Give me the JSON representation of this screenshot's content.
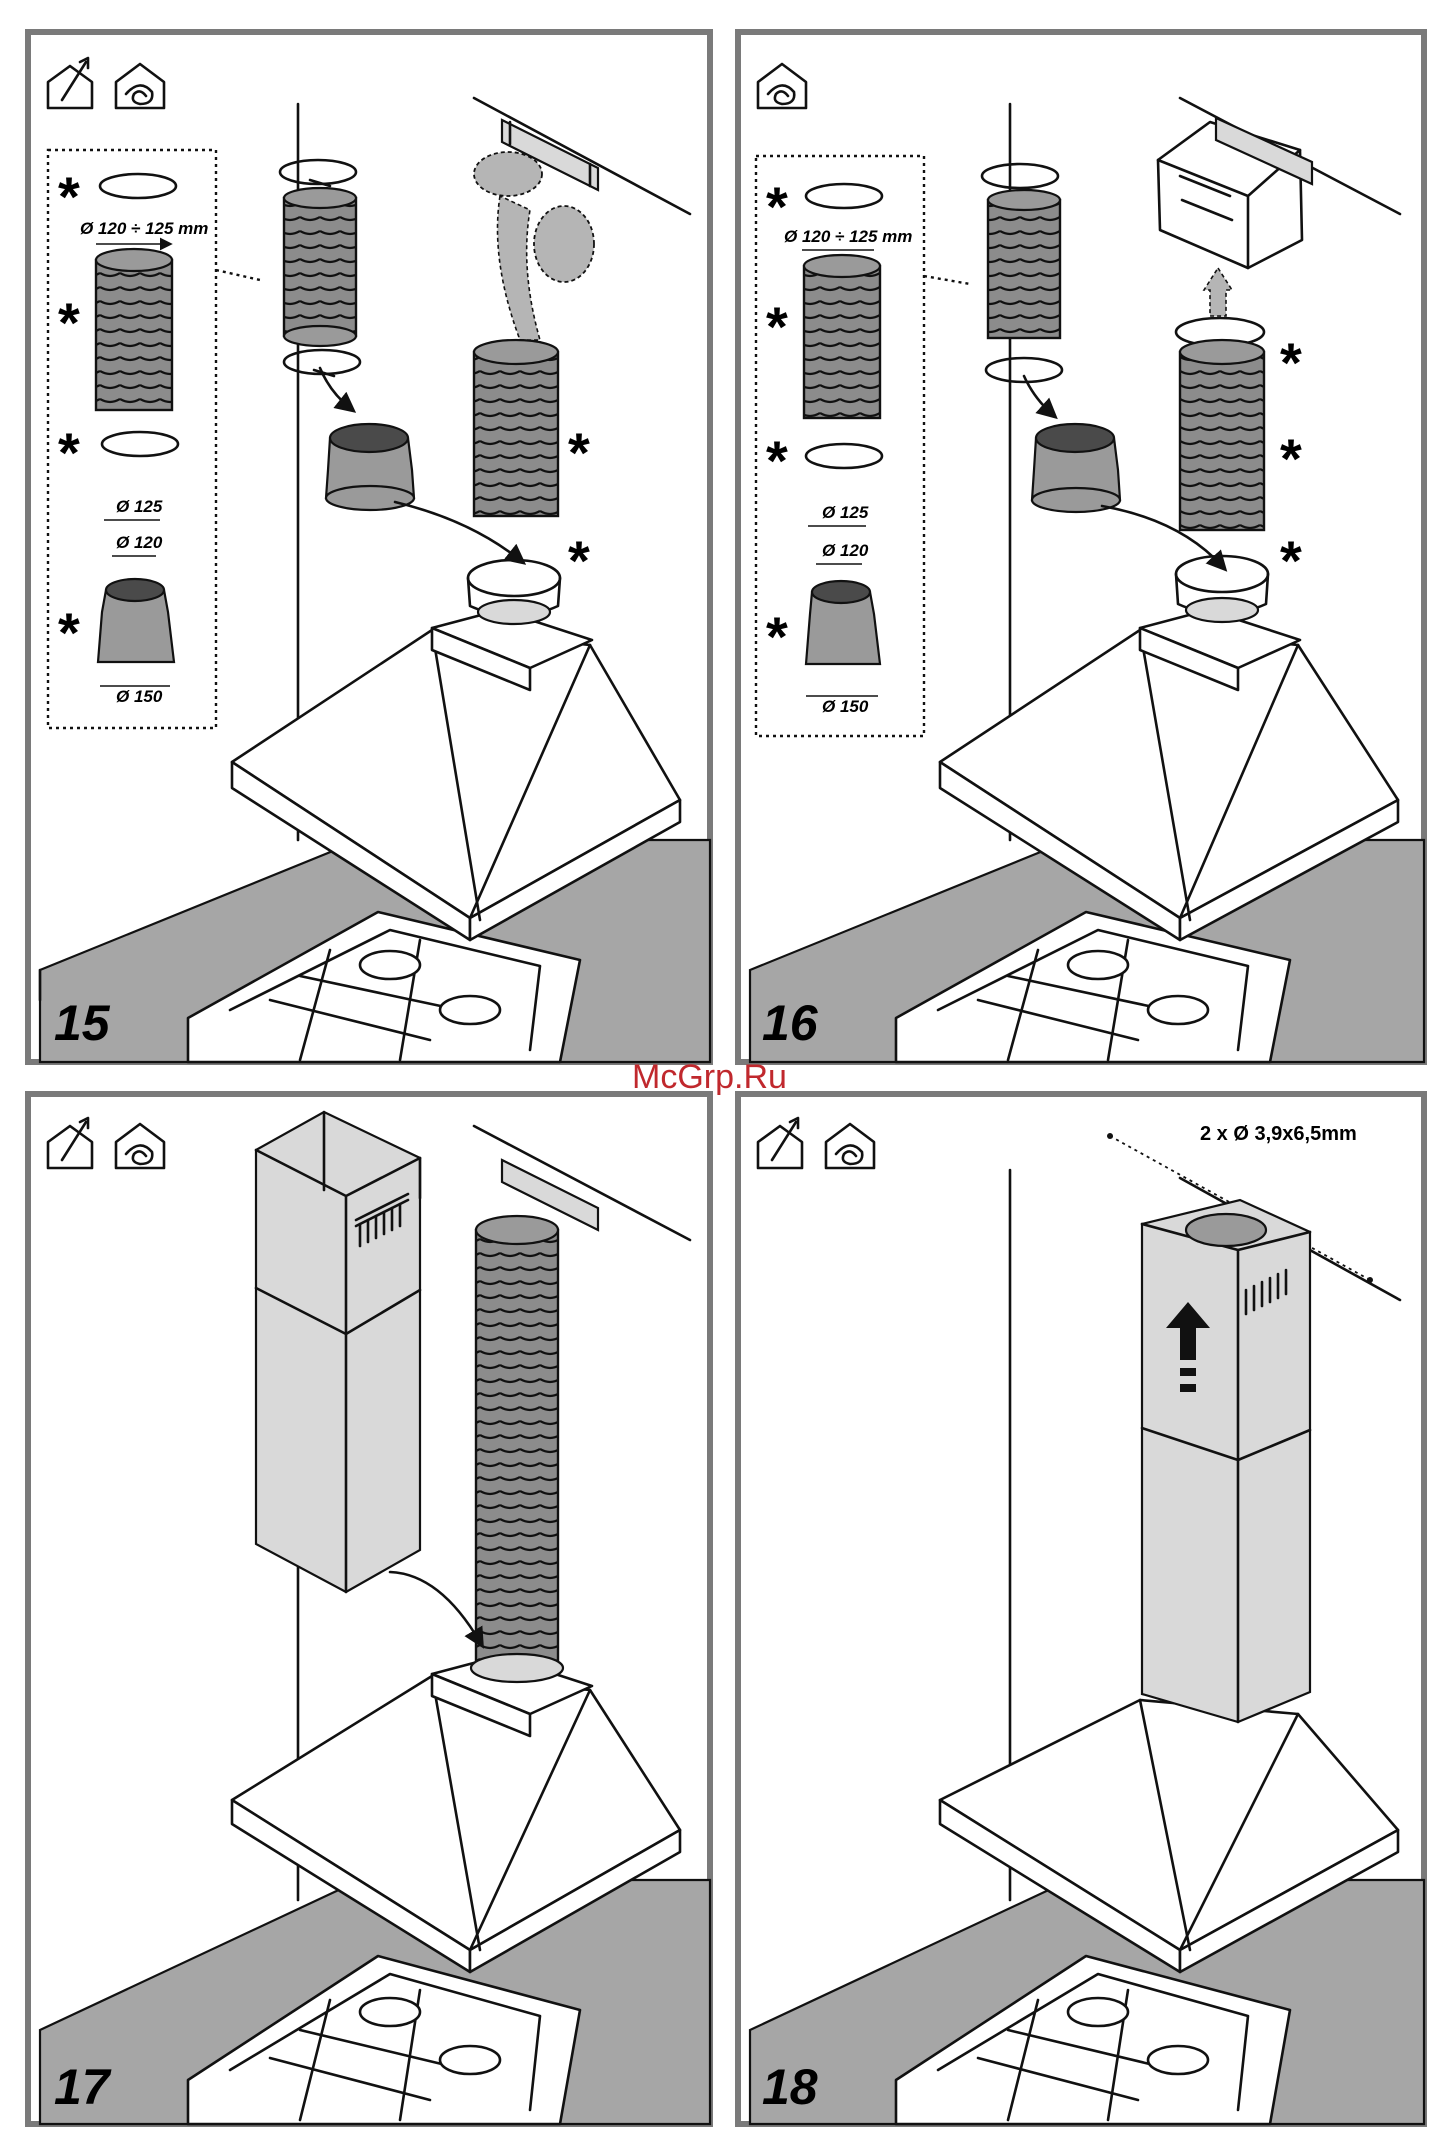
{
  "watermark": "McGrp.Ru",
  "panels": [
    {
      "step": "15",
      "dims": {
        "hose_diameter": "Ø 120 ÷ 125 mm",
        "d125": "Ø 125",
        "d120": "Ø 120",
        "d150": "Ø 150"
      },
      "star": "*"
    },
    {
      "step": "16",
      "dims": {
        "hose_diameter": "Ø 120 ÷ 125 mm",
        "d125": "Ø 125",
        "d120": "Ø 120",
        "d150": "Ø 150"
      },
      "star": "*"
    },
    {
      "step": "17"
    },
    {
      "step": "18",
      "screws": "2 x Ø 3,9x6,5mm"
    }
  ],
  "icons": [
    "ducted-outlet-icon",
    "recirculation-icon"
  ]
}
